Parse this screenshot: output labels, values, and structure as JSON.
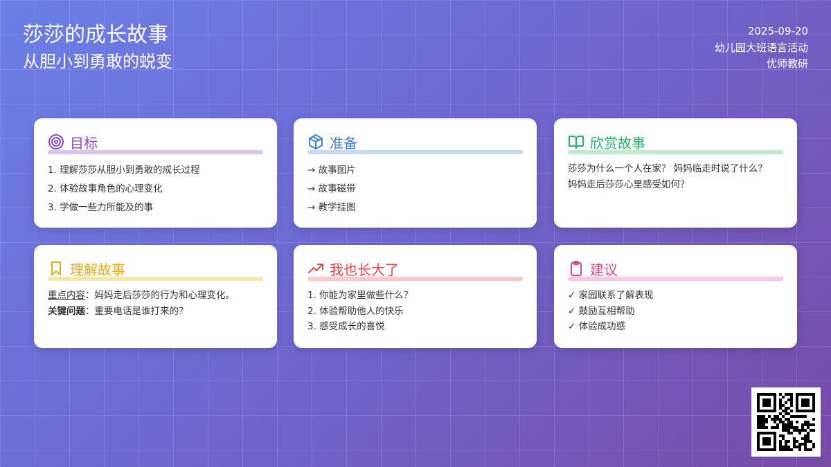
{
  "header": {
    "title": "莎莎的成长故事",
    "subtitle": "从胆小到勇敢的蜕变",
    "date": "2025-09-20",
    "activity": "幼儿园大班语言活动",
    "org": "优师教研"
  },
  "cards": [
    {
      "title": "目标",
      "icon": "target-icon",
      "color": "#8e44c9",
      "bar": "#dcc3f3",
      "items": [
        "1. 理解莎莎从胆小到勇敢的成长过程",
        "2. 体验故事角色的心理变化",
        "3. 学做一些力所能及的事"
      ]
    },
    {
      "title": "准备",
      "icon": "box-icon",
      "color": "#3f7fd9",
      "bar": "#c5d9f5",
      "items": [
        "→ 故事图片",
        "→ 故事磁带",
        "→ 教学挂图"
      ]
    },
    {
      "title": "欣赏故事",
      "icon": "book-open-icon",
      "color": "#2bb36b",
      "bar": "#bfeccf",
      "items": [
        "莎莎为什么一个人在家？ 妈妈临走时说了什么？",
        "妈妈走后莎莎心里感受如何？"
      ]
    },
    {
      "title": "理解故事",
      "icon": "bookmark-icon",
      "color": "#e0ad1c",
      "bar": "#f8e6b0",
      "key1": "重点内容",
      "val1": "：妈妈走后莎莎的行为和心理变化。",
      "key2": "关键问题",
      "val2": "：重要电话是谁打来的？"
    },
    {
      "title": "我也长大了",
      "icon": "trending-up-icon",
      "color": "#e04848",
      "bar": "#f7c9c9",
      "items": [
        "1. 你能为家里做些什么？",
        "2. 体验帮助他人的快乐",
        "3. 感受成长的喜悦"
      ]
    },
    {
      "title": "建议",
      "icon": "clipboard-icon",
      "color": "#d6498f",
      "bar": "#f5c8e0",
      "items": [
        "✓ 家园联系了解表现",
        "✓ 鼓励互相帮助",
        "✓ 体验成功感"
      ]
    }
  ]
}
